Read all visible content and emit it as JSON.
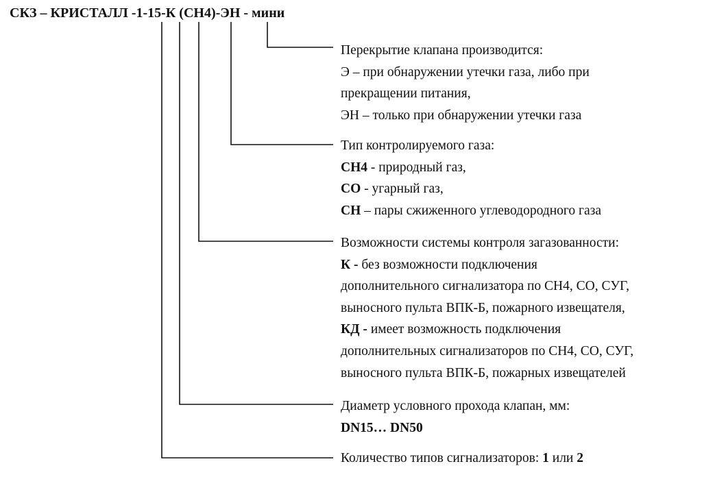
{
  "title": "СКЗ – КРИСТАЛЛ -1-15-К (СН4)-ЭН - мини",
  "blocks": [
    {
      "heading": "Перекрытие клапана производится:",
      "lines": [
        {
          "bold": "",
          "text": "Э – при обнаружении утечки газа, либо при"
        },
        {
          "bold": "",
          "text": "прекращении питания,"
        },
        {
          "bold": "",
          "text": "ЭН – только при обнаружении утечки газа"
        }
      ]
    },
    {
      "heading": "Тип контролируемого газа:",
      "lines": [
        {
          "bold": "СН4",
          "text": " - природный газ,"
        },
        {
          "bold": "СО",
          "text": " - угарный газ,"
        },
        {
          "bold": "СН",
          "text": " – пары сжиженного углеводородного газа"
        }
      ]
    },
    {
      "heading": "Возможности системы контроля загазованности:",
      "lines": [
        {
          "bold": "К -",
          "text": " без возможности подключения"
        },
        {
          "bold": "",
          "text": "дополнительного сигнализатора по СН4, СО, СУГ,"
        },
        {
          "bold": "",
          "text": "выносного пульта ВПК-Б, пожарного извещателя,"
        },
        {
          "bold": "КД -",
          "text": " имеет возможность подключения"
        },
        {
          "bold": "",
          "text": "дополнительных сигнализаторов по СН4, СО, СУГ,"
        },
        {
          "bold": "",
          "text": "выносного пульта ВПК-Б, пожарных извещателей"
        }
      ]
    },
    {
      "heading": "Диаметр условного прохода клапан, мм:",
      "lines": [
        {
          "bold": "DN15… DN50",
          "text": ""
        }
      ]
    },
    {
      "heading_parts": {
        "text1": "Количество типов сигнализаторов: ",
        "b1": "1",
        "text2": " или ",
        "b2": "2"
      }
    }
  ]
}
